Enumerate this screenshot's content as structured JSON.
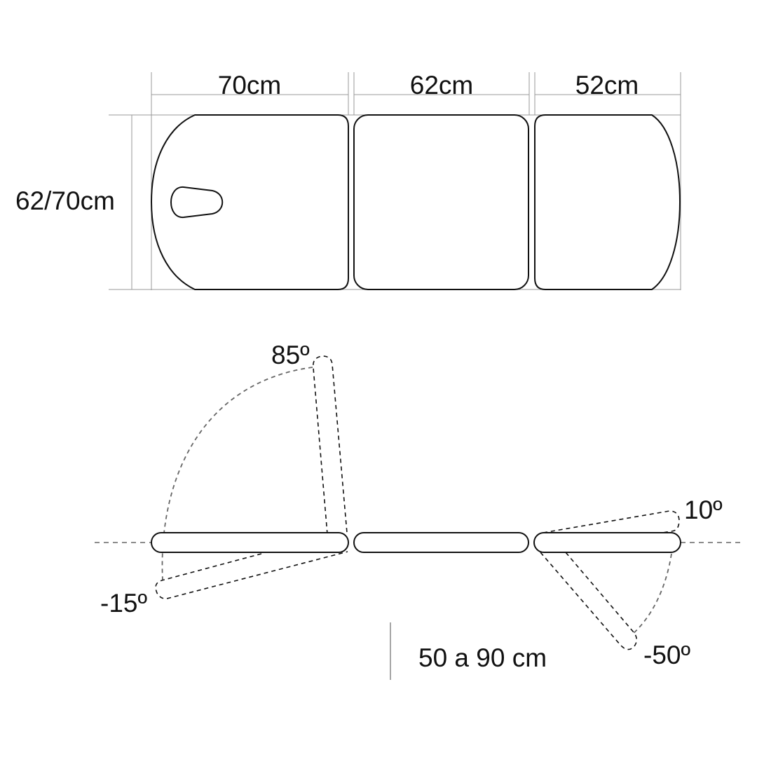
{
  "top_view": {
    "head_length": "70cm",
    "middle_length": "62cm",
    "foot_length": "52cm",
    "width": "62/70cm"
  },
  "side_view": {
    "head_up_angle": "85º",
    "head_down_angle": "-15º",
    "foot_up_angle": "10º",
    "foot_down_angle": "-50º",
    "height_range": "50 a 90 cm"
  }
}
